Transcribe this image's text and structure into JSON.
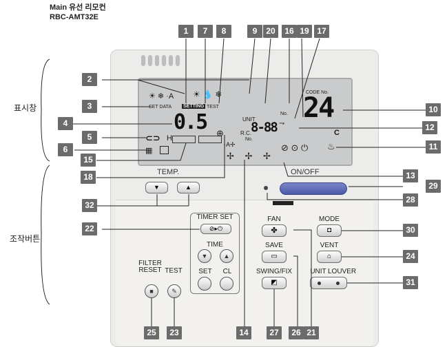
{
  "header": {
    "line1": "Main 유선 리모컨",
    "line2": "RBC-AMT32E"
  },
  "side_labels": {
    "display": "표시창",
    "buttons": "조작버튼"
  },
  "lcd": {
    "mode_icons": "☀ ❄ ·A",
    "set_data": "SET DATA",
    "setting": "SETTING",
    "test": "TEST",
    "code_no": "CODE No.",
    "digits_code": "24",
    "digits_temp": "0.5",
    "unit": "UNIT",
    "no": "No.",
    "rc": "R.C.",
    "no2": "No.",
    "digits_unit": "8-88",
    "c_unit": "C",
    "h_label": "H",
    "fan_glyphs": "✢ ✢ ✢"
  },
  "panel": {
    "temp_label": "TEMP.",
    "on_off": "ON/OFF",
    "timer_set": "TIMER SET",
    "time": "TIME",
    "set": "SET",
    "cl": "CL",
    "fan": "FAN",
    "mode": "MODE",
    "save": "SAVE",
    "vent": "VENT",
    "swing_fix": "SWING/FIX",
    "unit_louver_unit": "UNIT",
    "unit_louver_louver": "LOUVER",
    "filter_reset_1": "FILTER",
    "filter_reset_2": "RESET",
    "test_btn": "TEST"
  },
  "callouts": [
    "1",
    "7",
    "8",
    "9",
    "20",
    "19",
    "16",
    "17",
    "2",
    "3",
    "4",
    "5",
    "6",
    "15",
    "18",
    "14",
    "10",
    "12",
    "11",
    "13",
    "29",
    "28",
    "32",
    "22",
    "30",
    "24",
    "31",
    "25",
    "23",
    "27",
    "26",
    "21"
  ]
}
